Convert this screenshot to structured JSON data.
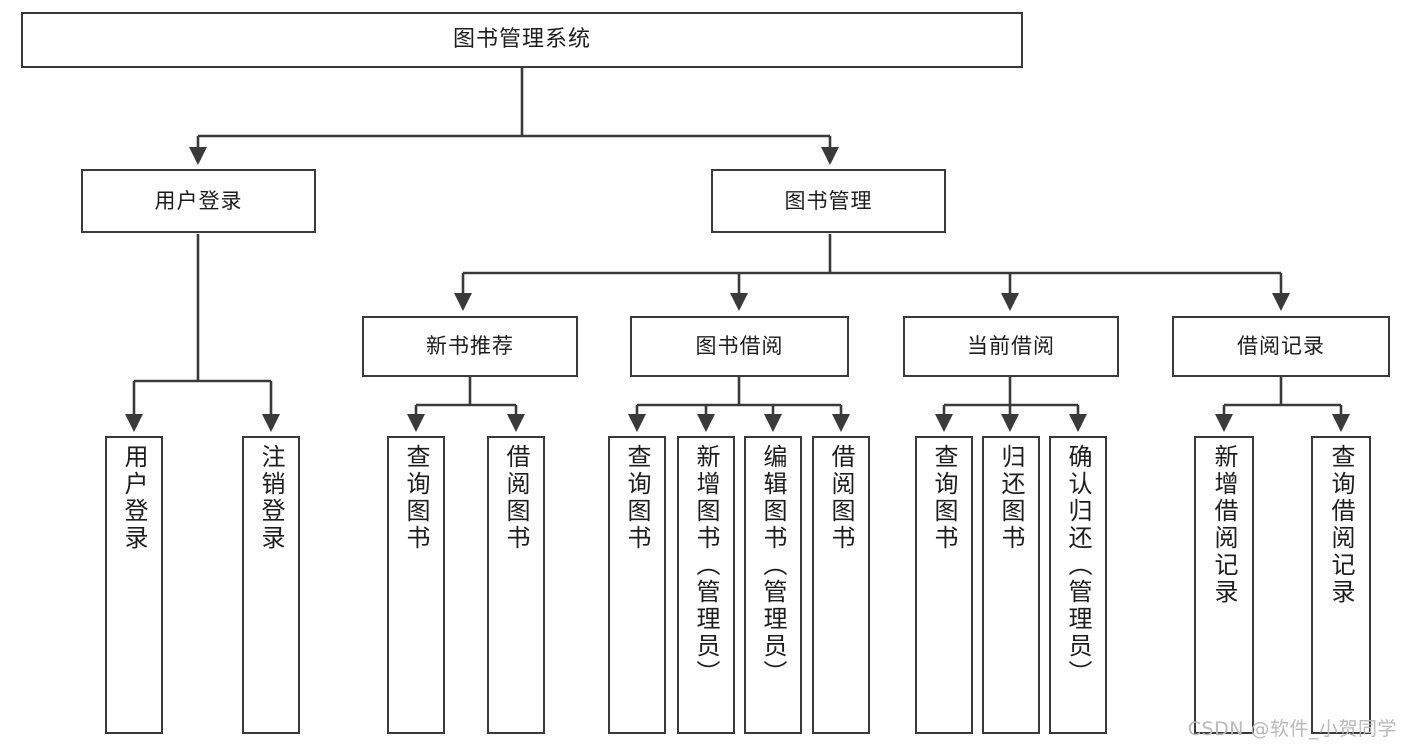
{
  "diagram": {
    "title": "图书管理系统",
    "type": "tree",
    "watermark": "CSDN @软件_小贺同学",
    "colors": {
      "box_border": "#3a3a3a",
      "box_fill": "#ffffff",
      "connector": "#3a3a3a",
      "text": "#1d1d1d",
      "watermark": "#b9b9b9"
    },
    "levels": {
      "level1": [
        "图书管理系统"
      ],
      "level2": [
        "用户登录",
        "图书管理"
      ],
      "level3": [
        "新书推荐",
        "图书借阅",
        "当前借阅",
        "借阅记录"
      ],
      "level4": [
        "用户登录",
        "注销登录",
        "查询图书",
        "借阅图书",
        "查询图书",
        "新增图书（管理员）",
        "编辑图书（管理员）",
        "借阅图书",
        "查询图书",
        "归还图书",
        "确认归还（管理员）",
        "新增借阅记录",
        "查询借阅记录"
      ]
    },
    "nodes": {
      "root": {
        "label": "图书管理系统"
      },
      "user_login": {
        "label": "用户登录"
      },
      "book_manage": {
        "label": "图书管理"
      },
      "new_book_rec": {
        "label": "新书推荐"
      },
      "book_borrow": {
        "label": "图书借阅"
      },
      "current_borrow": {
        "label": "当前借阅"
      },
      "borrow_record": {
        "label": "借阅记录"
      },
      "leaf_user_login": {
        "label": "用户登录"
      },
      "leaf_logout": {
        "label": "注销登录"
      },
      "leaf_query_book_1": {
        "label": "查询图书"
      },
      "leaf_borrow_book_1": {
        "label": "借阅图书"
      },
      "leaf_query_book_2": {
        "label": "查询图书"
      },
      "leaf_add_book": {
        "label": "新增图书（管理员）"
      },
      "leaf_edit_book": {
        "label": "编辑图书（管理员）"
      },
      "leaf_borrow_book_2": {
        "label": "借阅图书"
      },
      "leaf_query_book_3": {
        "label": "查询图书"
      },
      "leaf_return_book": {
        "label": "归还图书"
      },
      "leaf_confirm_return": {
        "label": "确认归还（管理员）"
      },
      "leaf_add_record": {
        "label": "新增借阅记录"
      },
      "leaf_query_record": {
        "label": "查询借阅记录"
      }
    }
  }
}
